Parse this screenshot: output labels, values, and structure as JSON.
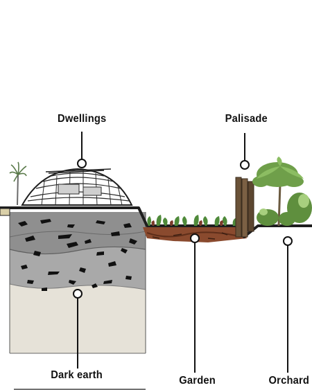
{
  "labels": {
    "dwellings": "Dwellings",
    "palisade": "Palisade",
    "dark_earth": "Dark earth",
    "garden": "Garden",
    "orchard": "Orchard"
  },
  "colors": {
    "ground_line": "#1e1e1e",
    "soil_dark": "#8c8c8c",
    "soil_mid": "#a9a9a9",
    "subsoil": "#e6e2d8",
    "garden_soil": "#8a4a2e",
    "vegetation": "#4f8a3a",
    "palisade_wood": "#6a5238"
  },
  "icons": [
    "palm-tree-icon",
    "dwelling-hut-icon",
    "palisade-posts-icon",
    "orchard-tree-icon"
  ]
}
